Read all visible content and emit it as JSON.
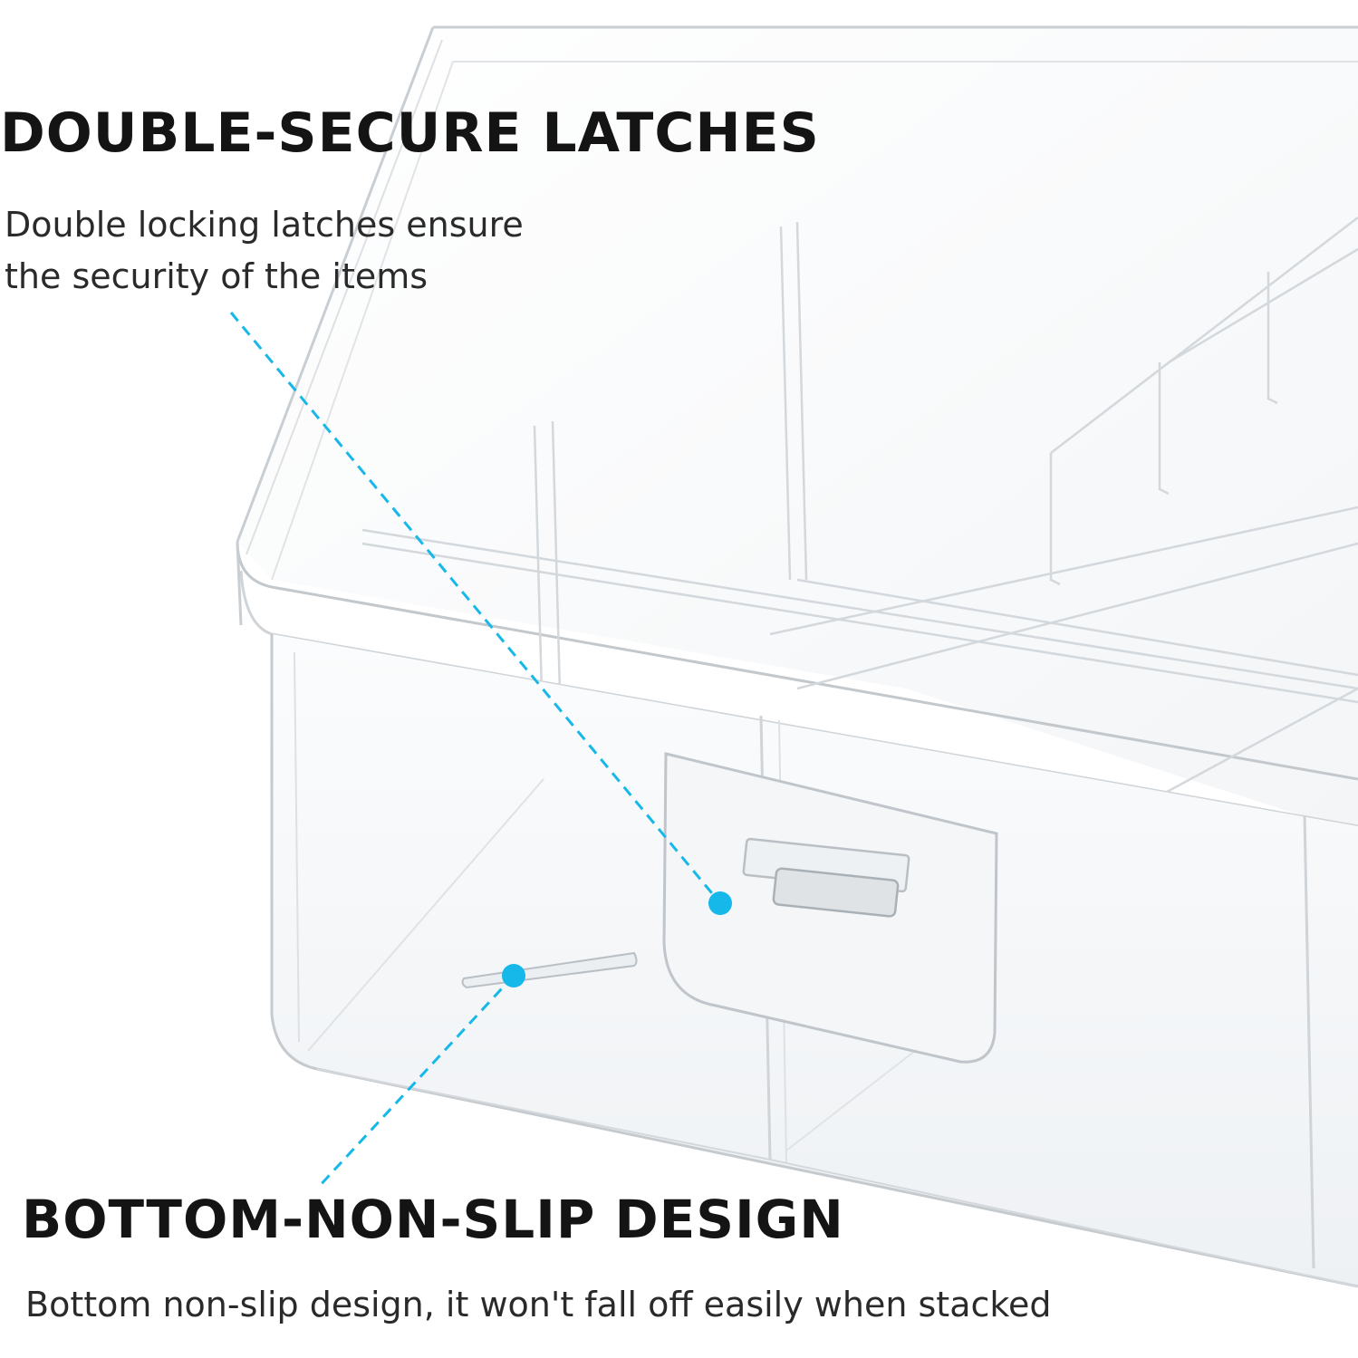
{
  "features": [
    {
      "title": "DOUBLE-SECURE LATCHES",
      "description": "Double locking latches ensure the security of the items"
    },
    {
      "title": "BOTTOM-NON-SLIP DESIGN",
      "description": "Bottom non-slip design, it won't fall off easily when stacked"
    }
  ],
  "colors": {
    "background": "#ffffff",
    "heading": "#141414",
    "description": "#2a2a2a",
    "accent": "#15b8e8",
    "plastic_edge": "#c9ced3"
  }
}
